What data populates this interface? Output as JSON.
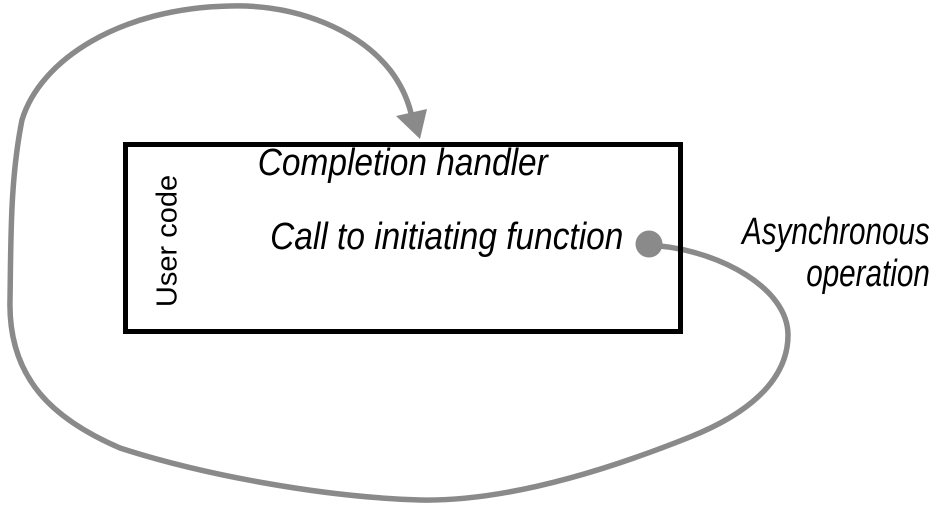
{
  "box": {
    "side_label": "User code",
    "handler_label": "Completion handler",
    "call_label": "Call to initiating function"
  },
  "annotation": {
    "line1": "Asynchronous",
    "line2": "operation"
  },
  "icons": {
    "arrowhead": "filled-triangle-pointing-down-into-box",
    "dot": "filled-circle-at-call-end"
  },
  "colors": {
    "flow_curve": "#8a8a8a",
    "box_border": "#000000",
    "text": "#000000",
    "background": "#ffffff"
  }
}
